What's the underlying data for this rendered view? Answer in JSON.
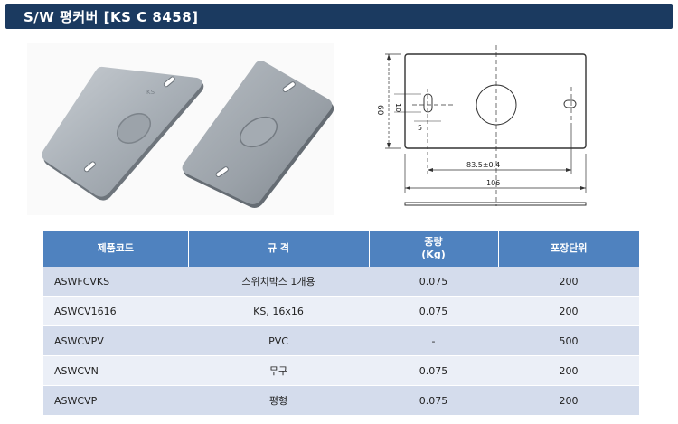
{
  "header": {
    "title": "S/W 평커버   [KS C 8458]"
  },
  "photo": {
    "mark": "KS"
  },
  "drawing": {
    "dim_height": "60",
    "dim_slot_h": "10",
    "dim_slot_w": "5",
    "dim_hole_pitch": "83.5±0.4",
    "dim_width": "106"
  },
  "table": {
    "headers": {
      "code": "제품코드",
      "spec": "규 격",
      "weight_line1": "중량",
      "weight_line2": "(Kg)",
      "pack": "포장단위"
    },
    "rows": [
      {
        "code": "ASWFCVKS",
        "spec": "스위치박스 1개용",
        "weight": "0.075",
        "pack": "200"
      },
      {
        "code": "ASWCV1616",
        "spec": "KS, 16x16",
        "weight": "0.075",
        "pack": "200"
      },
      {
        "code": "ASWCVPV",
        "spec": "PVC",
        "weight": "-",
        "pack": "500"
      },
      {
        "code": "ASWCVN",
        "spec": "무구",
        "weight": "0.075",
        "pack": "200"
      },
      {
        "code": "ASWCVP",
        "spec": "평형",
        "weight": "0.075",
        "pack": "200"
      }
    ]
  }
}
